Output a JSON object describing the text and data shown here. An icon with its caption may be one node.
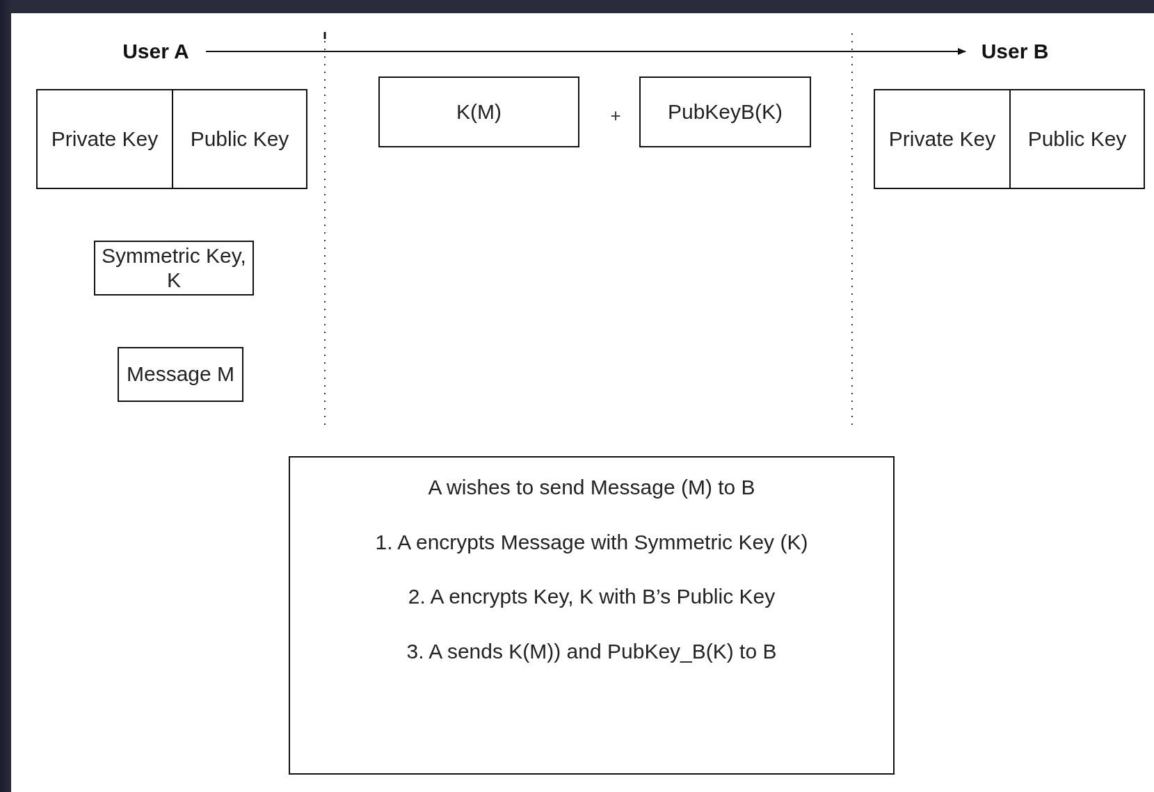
{
  "diagram": {
    "nodes": [
      {
        "text": [
          "User A"
        ]
      },
      {
        "text": [
          "User B"
        ]
      },
      {
        "text": [
          "Private Key"
        ]
      },
      {
        "text": [
          "Public Key"
        ]
      },
      {
        "text": [
          "K(M)"
        ]
      },
      {
        "text": [
          "PubKeyB(K)"
        ]
      },
      {
        "text": [
          "Private Key"
        ]
      },
      {
        "text": [
          "Public Key"
        ]
      },
      {
        "text": [
          "Symmetric Key, K"
        ]
      },
      {
        "text": [
          "Message M"
        ]
      },
      {
        "text": [
          "A wishes to send Message (M) to B",
          "1. A encrypts Message with Symmetric Key (K)",
          "2. A encrypts Key, K with B’s Public Key",
          "3. A sends K(M)) and PubKey_B(K) to B"
        ]
      }
    ],
    "edges": [
      {
        "from": 0,
        "to": 1,
        "arrow": "to"
      }
    ],
    "labels": [
      "+"
    ]
  }
}
